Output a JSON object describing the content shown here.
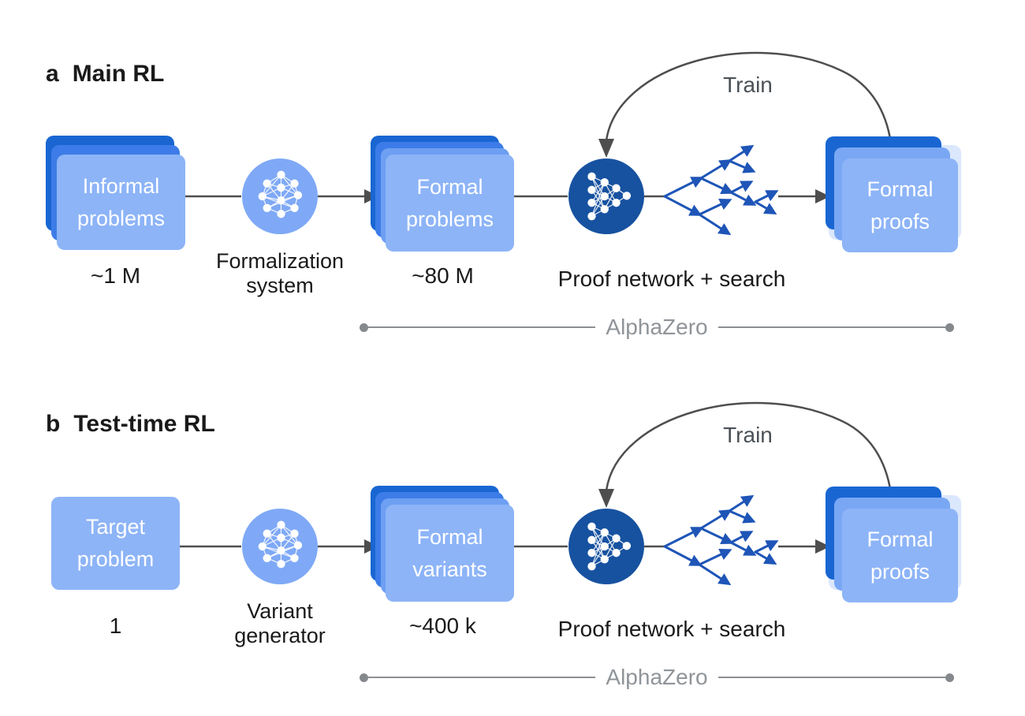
{
  "colors": {
    "bg": "#ffffff",
    "card_dark": "#1966d2",
    "card_mid": "#3d7ce8",
    "card_mid_light": "#6d9ff2",
    "card_front": "#8db4f7",
    "proofs_mid": "#7aa7f4",
    "proofs_pale": "#dbe7fd",
    "circle_light": "#7fa9f6",
    "circle_dark": "#1752a0",
    "tree_blue": "#1e55b7",
    "line_gray": "#4e4e4e",
    "train_gray": "#4a5157",
    "bracket_gray": "#8f9499",
    "bracket_line": "#8c8f93",
    "bracket_dot": "#85888c",
    "text_black": "#1a1a1a",
    "card_text": "#ffffff"
  },
  "panels": [
    {
      "tag": "a",
      "title": "Main RL",
      "input_stack": {
        "line1": "Informal",
        "line2": "problems",
        "count": "~1 M"
      },
      "generator": {
        "line1": "Formalization",
        "line2": "system"
      },
      "middle_stack": {
        "line1": "Formal",
        "line2": "problems",
        "count": "~80 M"
      },
      "prover_label": "Proof network + search",
      "train_label": "Train",
      "output_stack": {
        "line1": "Formal",
        "line2": "proofs"
      },
      "bracket_label": "AlphaZero"
    },
    {
      "tag": "b",
      "title": "Test-time RL",
      "input_stack": {
        "line1": "Target",
        "line2": "problem",
        "count": "1"
      },
      "generator": {
        "line1": "Variant",
        "line2": "generator"
      },
      "middle_stack": {
        "line1": "Formal",
        "line2": "variants",
        "count": "~400 k"
      },
      "prover_label": "Proof network + search",
      "train_label": "Train",
      "output_stack": {
        "line1": "Formal",
        "line2": "proofs"
      },
      "bracket_label": "AlphaZero"
    }
  ]
}
